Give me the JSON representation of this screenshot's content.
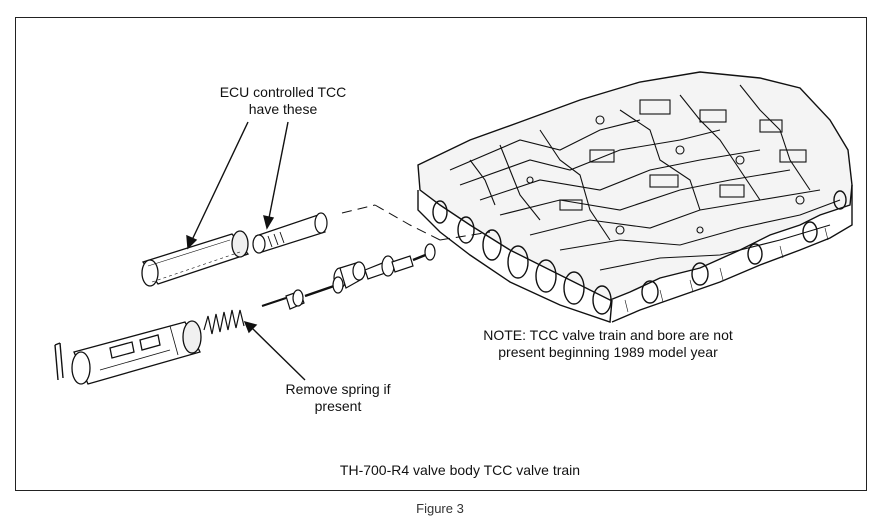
{
  "diagram": {
    "labels": {
      "ecu_line1": "ECU controlled TCC",
      "ecu_line2": "have these",
      "spring_line1": "Remove spring if",
      "spring_line2": "present",
      "note_line1": "NOTE: TCC valve train and bore are not",
      "note_line2": "present beginning 1989 model year",
      "caption": "TH-700-R4 valve body TCC valve train",
      "figure": "Figure 3"
    }
  }
}
